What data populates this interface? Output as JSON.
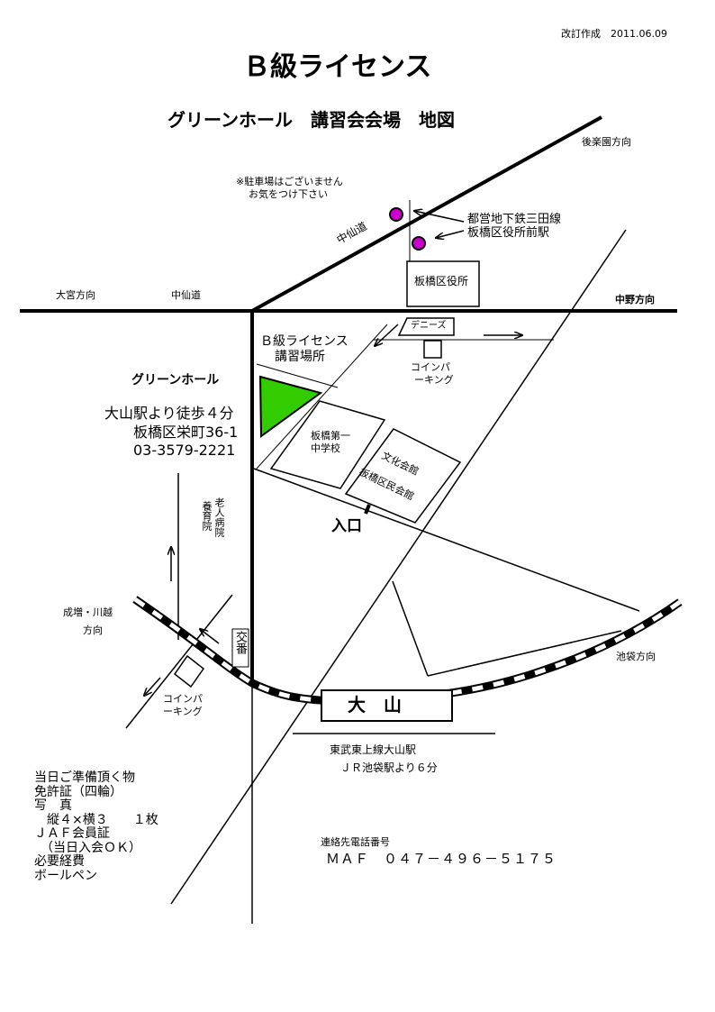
{
  "header": {
    "revision": "改訂作成　2011.06.09",
    "title": "Ｂ級ライセンス",
    "subtitle": "グリーンホール　講習会会場　地図"
  },
  "notes": {
    "parking": [
      "※駐車場はございません",
      "お気をつけ下さい"
    ]
  },
  "labels": {
    "korakuen": "後楽園方向",
    "station_line1": "都営地下鉄三田線",
    "station_line2": "板橋区役所前駅",
    "nakasendo_diag": "中仙道",
    "nakasendo": "中仙道",
    "omiya": "大宮方向",
    "nakano": "中野方向",
    "ward_office": "板橋区役所",
    "dennys": "デニーズ",
    "venue_line1": "Ｂ級ライセンス",
    "venue_line2": "講習場所",
    "parking_lot_line1": "コインパ",
    "parking_lot_line2": "ーキング",
    "green_hall": "グリーンホール",
    "school_line1": "板橋第一",
    "school_line2": "中学校",
    "bunka_line1": "文化会館",
    "bunka_line2": "板橋区民会館",
    "entrance": "入口",
    "hospital_col1": "老人病院",
    "hospital_col2": "養育院",
    "narimasu_line1": "成増・川越",
    "narimasu_line2": "方向",
    "koban": "交番",
    "ikebukuro": "池袋方向",
    "parking_lot2_line1": "コインパ",
    "parking_lot2_line2": "ーキング",
    "oyama": "大　山",
    "tobu_line1": "東武東上線大山駅",
    "tobu_line2": "ＪＲ池袋駅より６分"
  },
  "venue_info": {
    "walk": "大山駅より徒歩４分",
    "address": "板橋区栄町36-1",
    "phone": "03-3579-2221"
  },
  "checklist": {
    "items": [
      "当日ご準備頂く物",
      "免許証（四輪）",
      "写　真",
      "　縦４×横３　　１枚",
      "ＪＡＦ会員証",
      "　（当日入会ＯＫ）",
      "必要経費",
      "ボールペン"
    ]
  },
  "contact": {
    "label": "連絡先電話番号",
    "number": "ＭＡＦ　０４７－４９６－５１７５"
  },
  "colors": {
    "venue": "#33cc00",
    "station_marker": "#cc00cc"
  }
}
